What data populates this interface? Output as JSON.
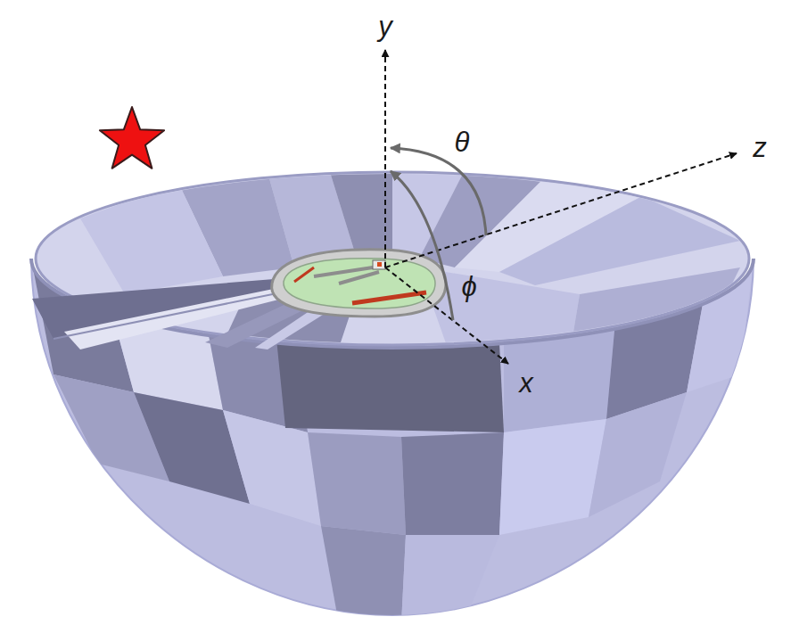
{
  "diagram": {
    "labels": [
      "y",
      "θ",
      "z",
      "ϕ",
      "x"
    ]
  }
}
